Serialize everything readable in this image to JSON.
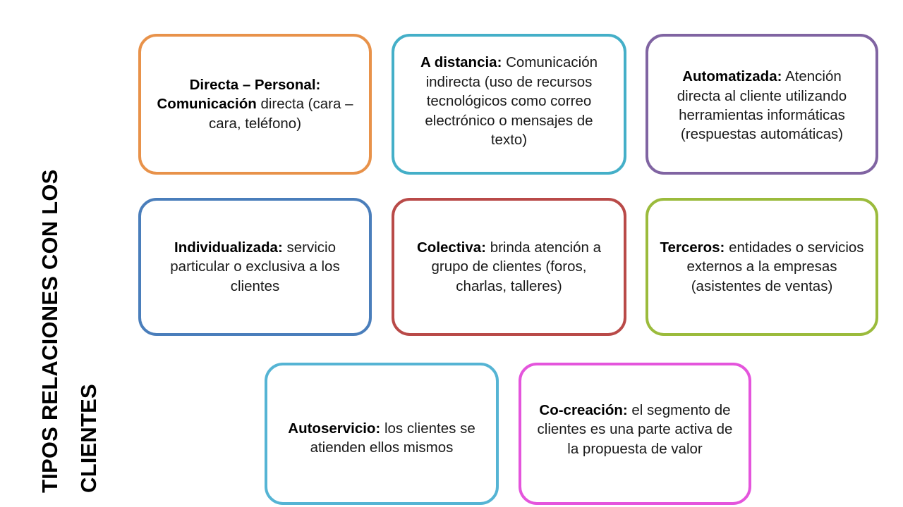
{
  "diagram": {
    "type": "grid-of-rounded-boxes",
    "title": {
      "full_text": "TIPOS RELACIONES CON LOS CLIENTES",
      "line_1": "TIPOS RELACIONES CON LOS",
      "line_2": "CLIENTES",
      "orientation": "vertical-rotated-90-ccw",
      "color": "#000000"
    },
    "background": "#ffffff",
    "boxes": [
      {
        "id": "directa-personal",
        "row": 1,
        "column": 1,
        "term": "Directa – Personal: Comunicación",
        "term_bold_part_1": "Directa – Personal:",
        "term_bold_part_2": "Comunicación",
        "description": "directa (cara – cara, teléfono)",
        "full_text": "Directa – Personal: Comunicación directa (cara – cara, teléfono)",
        "border_color": "#E8924A"
      },
      {
        "id": "a-distancia",
        "row": 1,
        "column": 2,
        "term": "A distancia:",
        "description": "Comunicación indirecta (uso de recursos tecnológicos como correo electrónico o mensajes de texto)",
        "full_text": "A distancia: Comunicación indirecta (uso de recursos tecnológicos como correo electrónico o mensajes de texto)",
        "border_color": "#44AFC8"
      },
      {
        "id": "automatizada",
        "row": 1,
        "column": 3,
        "term": "Automatizada:",
        "description": "Atención directa al cliente utilizando herramientas informáticas (respuestas automáticas)",
        "full_text": "Automatizada: Atención directa al cliente utilizando herramientas informáticas (respuestas automáticas)",
        "border_color": "#8064A2"
      },
      {
        "id": "individualizada",
        "row": 2,
        "column": 1,
        "term": "Individualizada:",
        "description": "servicio particular o exclusiva a los clientes",
        "full_text": "Individualizada: servicio particular o exclusiva a los clientes",
        "border_color": "#4A7EBB"
      },
      {
        "id": "colectiva",
        "row": 2,
        "column": 2,
        "term": "Colectiva:",
        "description": "brinda atención a grupo de clientes (foros, charlas, talleres)",
        "full_text": "Colectiva: brinda atención a grupo de clientes (foros, charlas, talleres)",
        "border_color": "#B94A48"
      },
      {
        "id": "terceros",
        "row": 2,
        "column": 3,
        "term": "Terceros:",
        "description": "entidades o servicios externos a la empresas (asistentes de ventas)",
        "full_text": "Terceros: entidades o servicios externos a la empresas (asistentes de ventas)",
        "border_color": "#9BBB3C"
      },
      {
        "id": "autoservicio",
        "row": 3,
        "column": 1,
        "term": "Autoservicio:",
        "description": "los clientes se atienden ellos mismos",
        "full_text": "Autoservicio: los clientes se atienden ellos mismos",
        "border_color": "#55B4D4"
      },
      {
        "id": "cocreacion",
        "row": 3,
        "column": 2,
        "term": "Co-creación:",
        "description": "el segmento de clientes es una parte activa de la propuesta de valor",
        "full_text": "Co-creación: el segmento de clientes es una parte activa de la propuesta de valor",
        "border_color": "#E455DC"
      }
    ]
  }
}
